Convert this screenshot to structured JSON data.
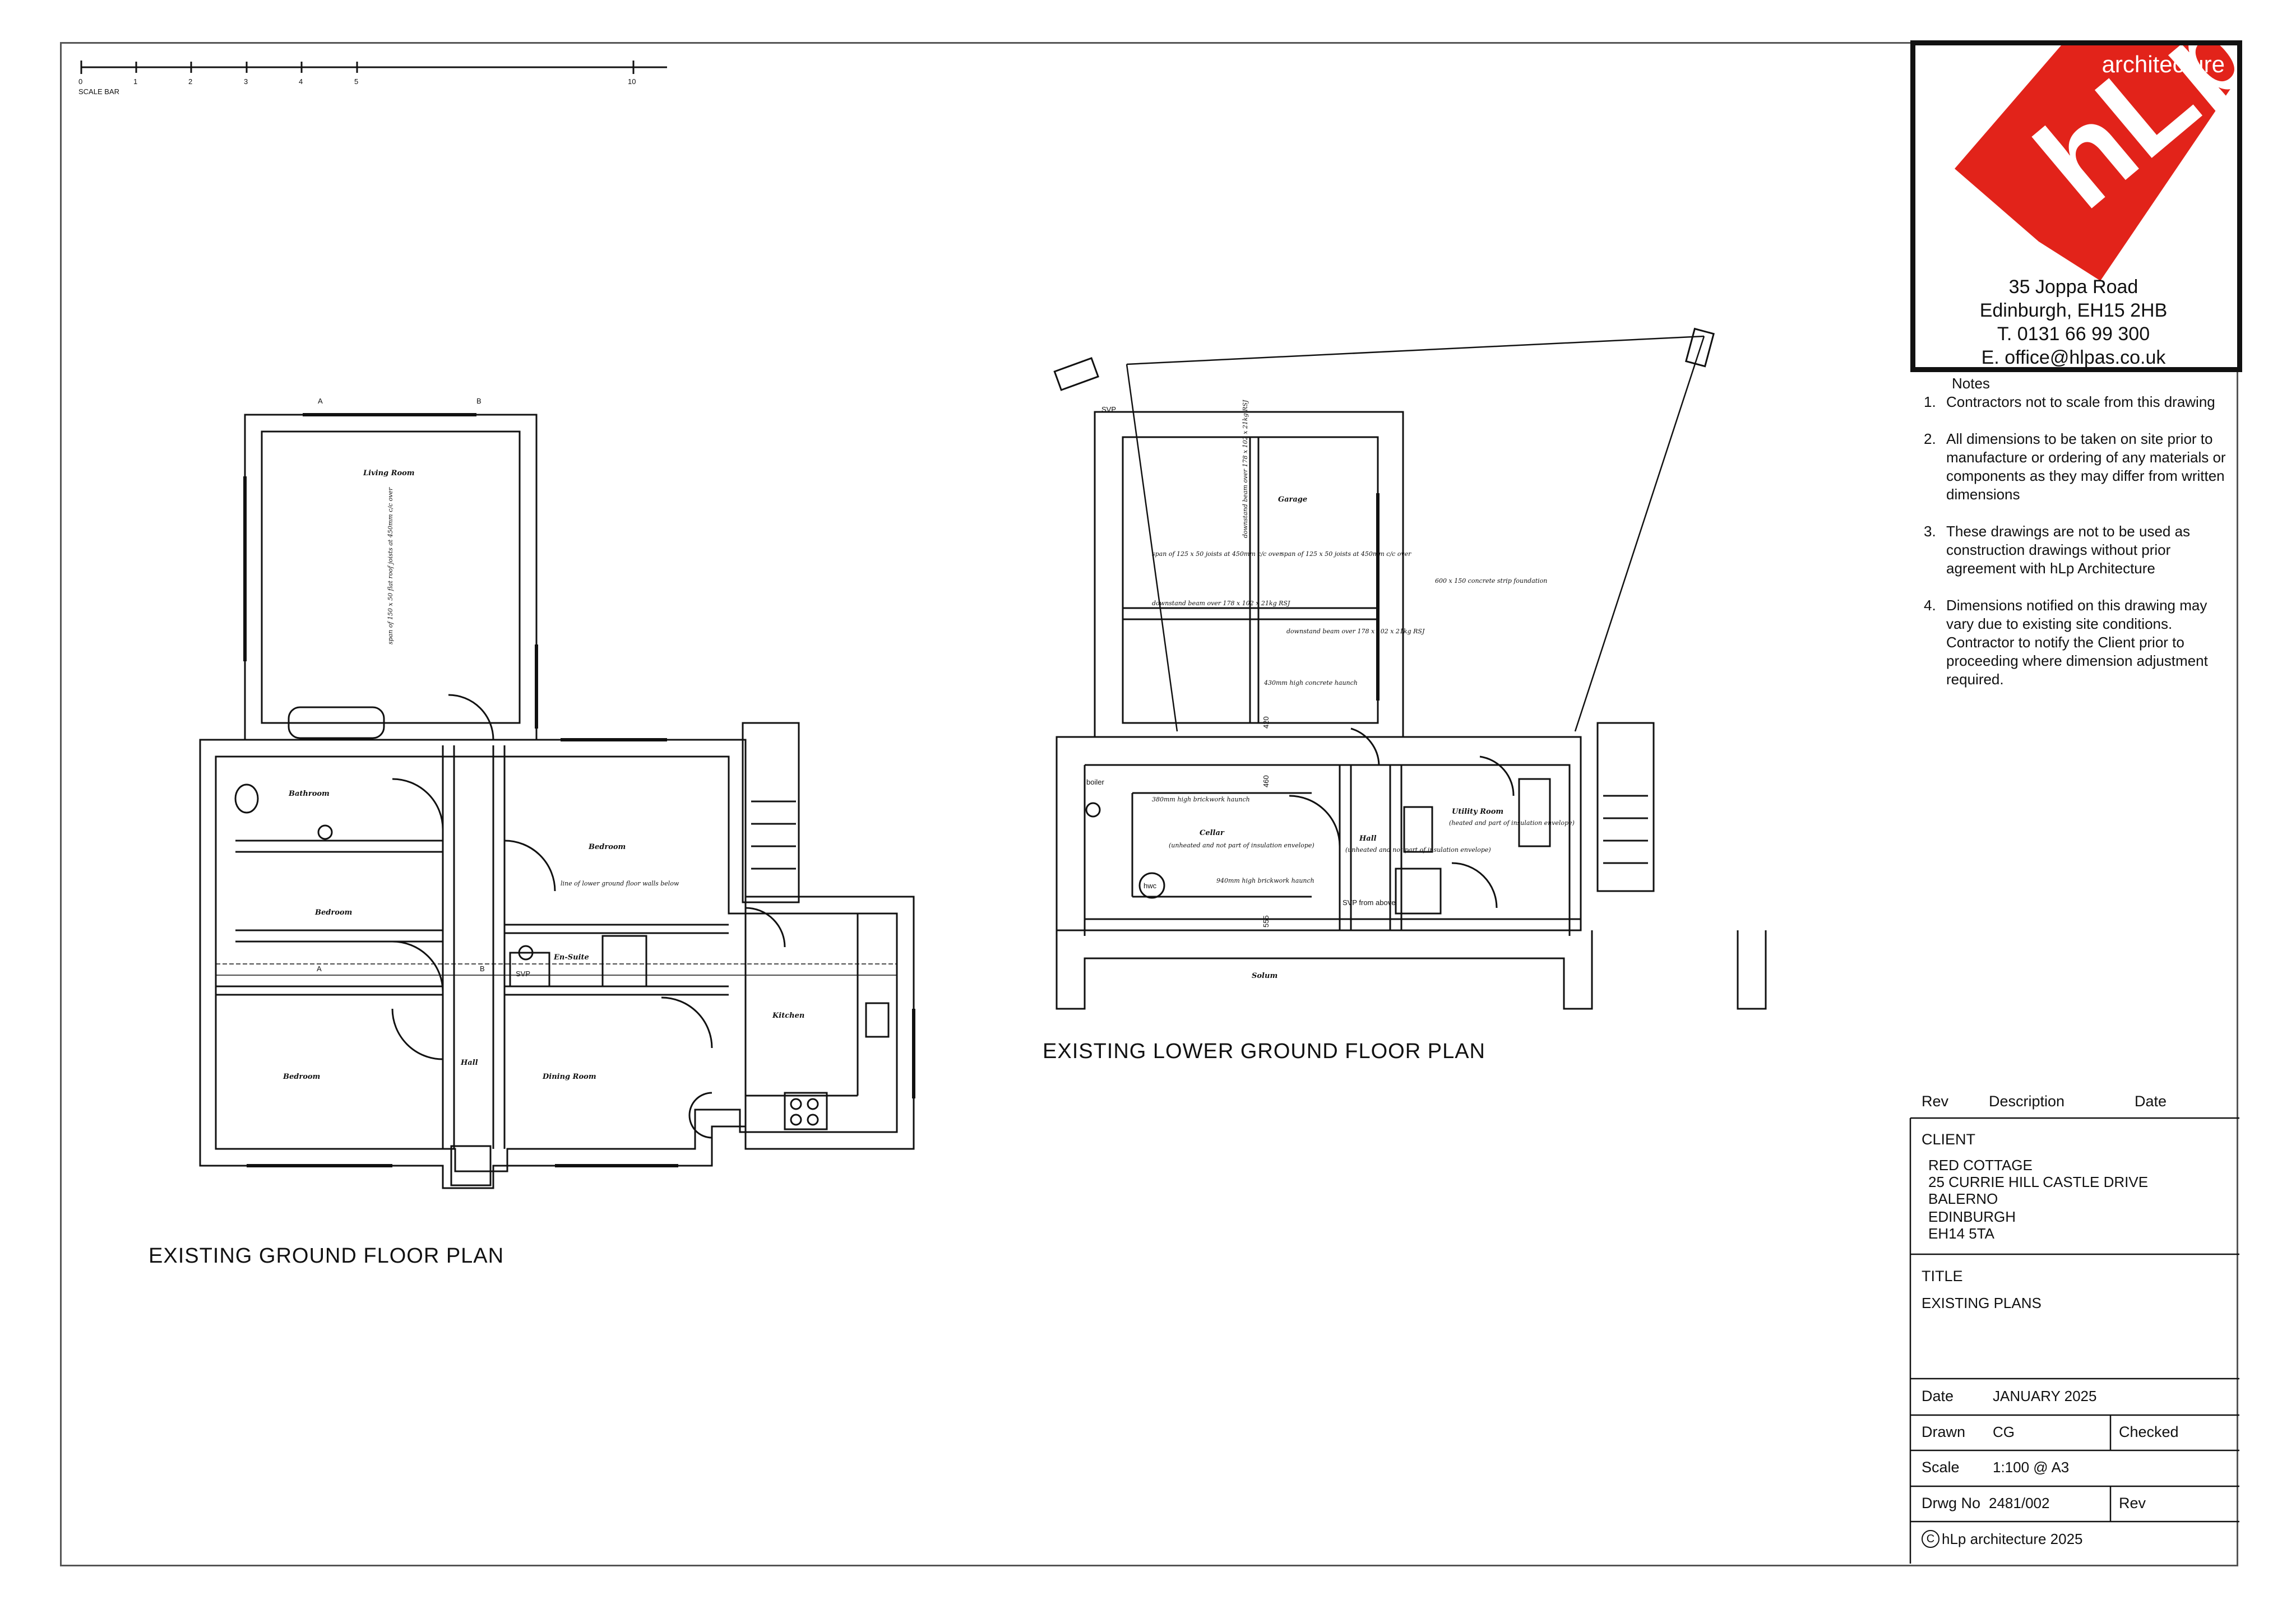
{
  "scale_bar": {
    "label": "SCALE BAR",
    "ticks": [
      "0",
      "1",
      "2",
      "3",
      "4",
      "5",
      "10"
    ]
  },
  "logo": {
    "word": "architecture",
    "mark": "hLp",
    "brand_color": "#e2231a"
  },
  "address": {
    "line1": "35 Joppa Road",
    "line2": "Edinburgh, EH15 2HB",
    "phone": "T. 0131 66 99 300",
    "email": "E. office@hlpas.co.uk"
  },
  "notes": {
    "heading": "Notes",
    "items": [
      {
        "num": "1.",
        "text": "Contractors not to scale from this drawing"
      },
      {
        "num": "2.",
        "text": "All dimensions to be taken on site prior to manufacture or ordering of any materials or components as they may differ from written dimensions"
      },
      {
        "num": "3.",
        "text": "These drawings are not to be used as construction drawings without prior agreement with hLp Architecture"
      },
      {
        "num": "4.",
        "text": "Dimensions notified on this drawing may vary due to existing site conditions. Contractor to notify the Client prior to proceeding where dimension adjustment required."
      }
    ]
  },
  "plans": {
    "ground_title": "EXISTING GROUND FLOOR PLAN",
    "lower_title": "EXISTING LOWER GROUND FLOOR PLAN",
    "ground_rooms": {
      "living": "Living Room",
      "bathroom": "Bathroom",
      "bedroom": "Bedroom",
      "ensuite": "En-Suite",
      "hall": "Hall",
      "dining": "Dining Room",
      "kitchen": "Kitchen",
      "svp": "SVP",
      "joist_note": "span of 150 x 50 flat roof joists at 450mm c/c over",
      "lower_line_note": "line of lower ground floor walls below",
      "section_a": "A",
      "section_b": "B"
    },
    "lower_rooms": {
      "garage": "Garage",
      "cellar": "Cellar",
      "cellar_note": "(unheated and not part of insulation envelope)",
      "hall": "Hall",
      "hall_note": "(unheated and not part of insulation envelope)",
      "utility": "Utility Room",
      "utility_note": "(heated and part of insulation envelope)",
      "solum": "Solum",
      "joist_left": "span of 125 x 50 joists at 450mm c/c over",
      "joist_right": "span of 125 x 50 joists at 450mm c/c over",
      "beam_left": "downstand beam over 178 x 102 x 21kg RSJ",
      "beam_right": "downstand beam over 178 x 102 x 21kg RSJ",
      "beam_vertical": "downstand beam over 178 x 102 x 21kg RSJ",
      "foundation": "600 x 150 concrete strip foundation",
      "haunch_430": "430mm high concrete haunch",
      "haunch_380": "380mm high brickwork haunch",
      "haunch_940": "940mm high brickwork haunch",
      "svp": "SVP",
      "svp_above": "SVP from above",
      "dim_460": "460",
      "dim_420": "420",
      "dim_555": "555",
      "hwc": "hwc",
      "boiler": "boiler"
    }
  },
  "title_block": {
    "rev_header": "Rev",
    "desc_header": "Description",
    "date_header": "Date",
    "client_label": "CLIENT",
    "client_lines": [
      "RED COTTAGE",
      "25 CURRIE HILL CASTLE DRIVE",
      "BALERNO",
      "EDINBURGH",
      "EH14 5TA"
    ],
    "title_label": "TITLE",
    "title_value": "EXISTING PLANS",
    "date_label": "Date",
    "date_value": "JANUARY 2025",
    "drawn_label": "Drawn",
    "drawn_value": "CG",
    "checked_label": "Checked",
    "scale_label": "Scale",
    "scale_value": "1:100 @ A3",
    "drwg_label": "Drwg No",
    "drwg_value": "2481/002",
    "rev_label": "Rev",
    "copyright": "hLp architecture 2025",
    "copyright_symbol": "C"
  }
}
